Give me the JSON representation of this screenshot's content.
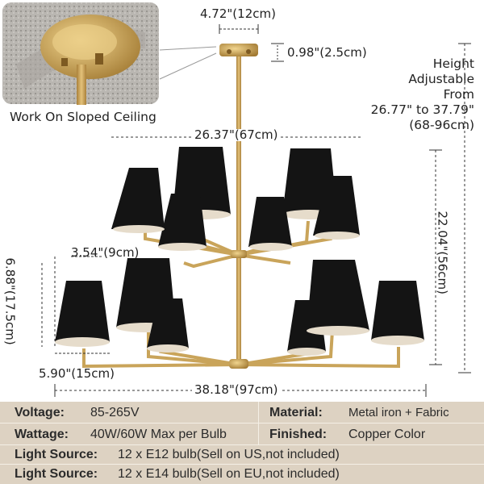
{
  "inset": {
    "caption": "Work On Sloped Ceiling"
  },
  "dimensions": {
    "canopy_width": "4.72\"(12cm)",
    "canopy_height": "0.98\"(2.5cm)",
    "top_width": "26.37\"(67cm)",
    "shade_top_width": "3.54\"(9cm)",
    "shade_height": "6.88\"(17.5cm)",
    "shade_bottom_width": "5.90\"(15cm)",
    "total_width": "38.18\"(97cm)",
    "body_height": "22.04\"(56cm)"
  },
  "height_note": {
    "line1": "Height",
    "line2": "Adjustable",
    "line3": "From",
    "line4": "26.77\" to 37.79\"",
    "line5": "(68-96cm)"
  },
  "specs": {
    "voltage_label": "Voltage:",
    "voltage_value": "85-265V",
    "material_label": "Material:",
    "material_value": "Metal iron + Fabric",
    "wattage_label": "Wattage:",
    "wattage_value": "40W/60W Max per Bulb",
    "finished_label": "Finished:",
    "finished_value": "Copper Color",
    "source1_label": "Light Source:",
    "source1_value": "12 x E12 bulb(Sell on US,not included)",
    "source2_label": "Light Source:",
    "source2_value": "12 x E14 bulb(Sell on EU,not included)"
  },
  "colors": {
    "brass": "#c9a45a",
    "shade": "#141414",
    "band": "#ddd2c2"
  }
}
